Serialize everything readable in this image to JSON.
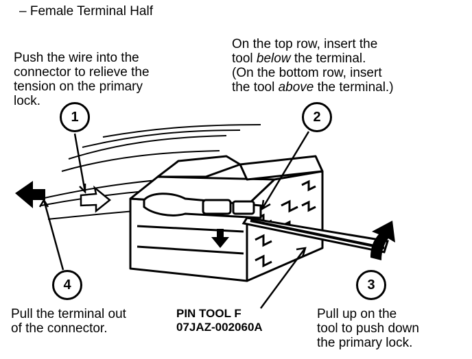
{
  "title": "– Female Terminal Half",
  "step1": {
    "number": "1",
    "lines": [
      "Push the wire into the",
      "connector to relieve the",
      "tension on the primary",
      "lock."
    ]
  },
  "step2": {
    "number": "2",
    "line1": "On the top row, insert the",
    "line2_pre": "tool ",
    "line2_em": "below",
    "line2_post": " the terminal.",
    "line3": "(On the bottom row, insert",
    "line4_pre": "the tool ",
    "line4_em": "above",
    "line4_post": " the terminal.)"
  },
  "step3": {
    "number": "3",
    "lines": [
      "Pull up on the",
      "tool to push down",
      "the primary lock."
    ]
  },
  "step4": {
    "number": "4",
    "lines": [
      "Pull the terminal out",
      "of the connector."
    ]
  },
  "tool": {
    "name": "PIN TOOL F",
    "part": "07JAZ-002060A"
  }
}
